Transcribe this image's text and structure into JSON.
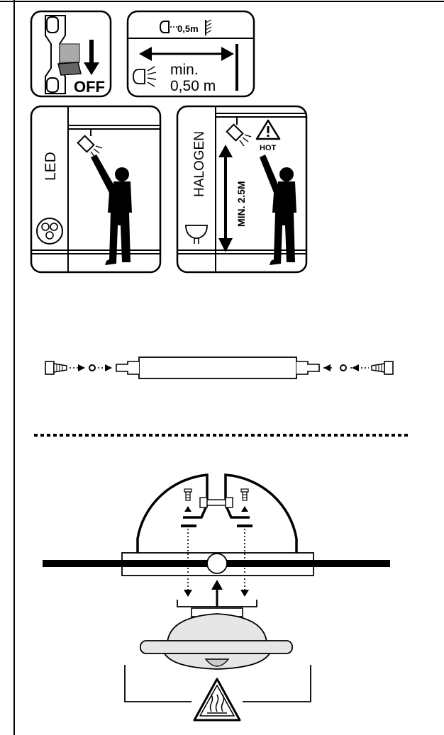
{
  "switch_panel": {
    "off_label": "OFF"
  },
  "distance_panel": {
    "header_label": "0,5m",
    "min_label": "min.",
    "distance_value": "0,50 m"
  },
  "led_panel": {
    "label": "LED"
  },
  "halogen_panel": {
    "label": "HALOGEN",
    "height_label": "MIN. 2.5M",
    "warning_label": "HOT"
  }
}
